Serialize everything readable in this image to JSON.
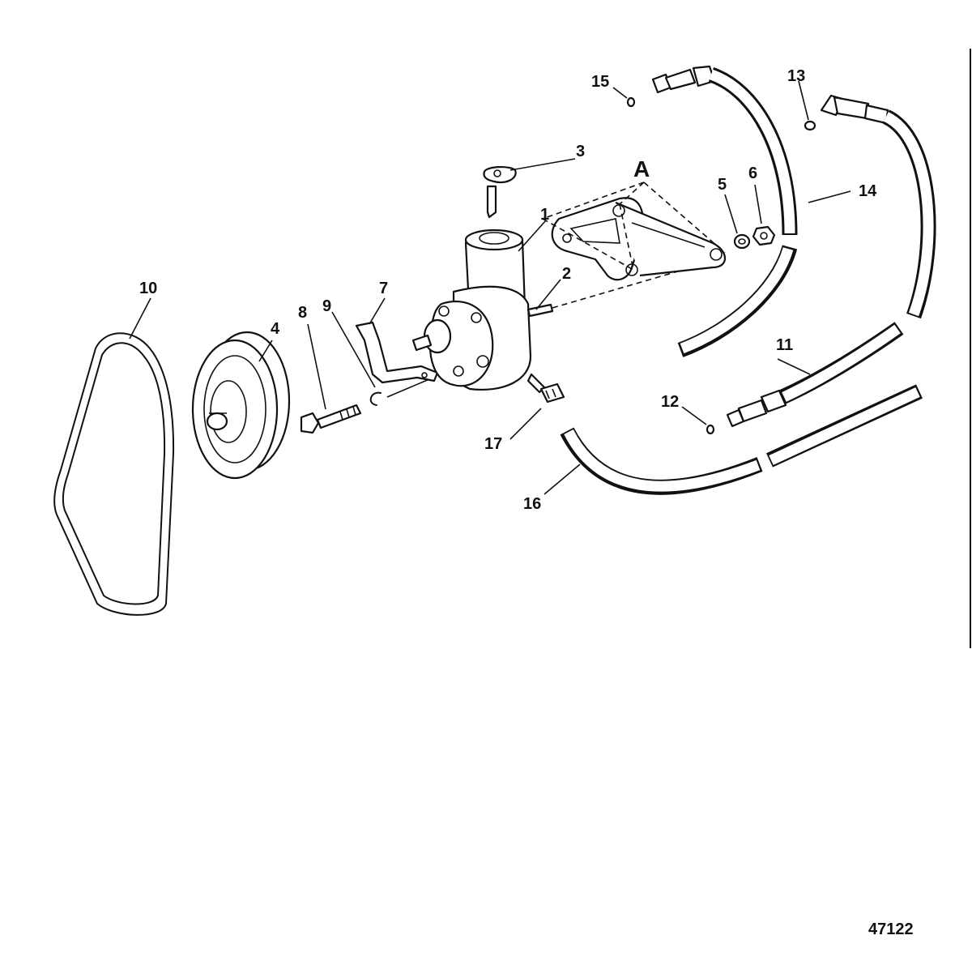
{
  "diagram": {
    "figure_number": "47122",
    "group_label": "A",
    "callouts": {
      "c1": "1",
      "c2": "2",
      "c3": "3",
      "c4": "4",
      "c5": "5",
      "c6": "6",
      "c7": "7",
      "c8": "8",
      "c9": "9",
      "c10": "10",
      "c11": "11",
      "c12": "12",
      "c13": "13",
      "c14": "14",
      "c15": "15",
      "c16": "16",
      "c17": "17"
    }
  }
}
